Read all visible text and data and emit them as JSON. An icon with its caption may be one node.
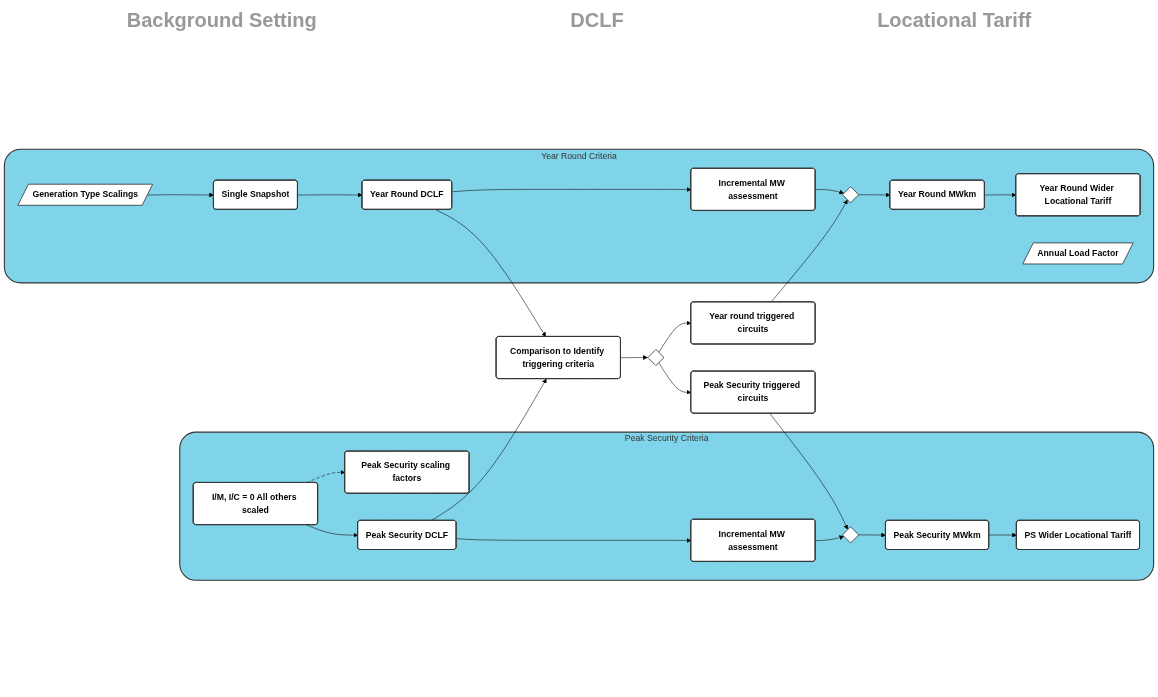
{
  "diagram": {
    "nodes": [
      {
        "text": [
          "Peak Security Criteria"
        ]
      },
      {
        "text": [
          "I/M, I/C = 0 All others scaled"
        ],
        "in": 0
      },
      {
        "text": [
          "Peak Security DCLF"
        ],
        "in": 0
      },
      {
        "text": [
          "Incremental MW assessment"
        ],
        "in": 0
      },
      {
        "text": [],
        "shape": "diamond",
        "in": 0
      },
      {
        "text": [
          "Peak Security MWkm"
        ],
        "in": 0
      },
      {
        "text": [
          "PS Wider Locational Tariff"
        ],
        "in": 0
      },
      {
        "text": [
          "Peak Security scaling factors"
        ],
        "in": 0
      },
      {
        "text": [
          "Comparison to Identify triggering criteria"
        ]
      },
      {
        "text": [],
        "shape": "diamond"
      },
      {
        "text": [
          "Peak Security triggered circuits"
        ]
      },
      {
        "text": [
          "Year round triggered circuits"
        ]
      },
      {
        "text": [
          "Year Round Criteria"
        ]
      },
      {
        "text": [
          "Single Snapshot"
        ],
        "in": 12
      },
      {
        "text": [
          "Year Round DCLF"
        ],
        "in": 12
      },
      {
        "text": [
          "Incremental MW assessment"
        ],
        "in": 12
      },
      {
        "text": [],
        "shape": "diamond",
        "in": 12
      },
      {
        "text": [
          "Year Round MWkm"
        ],
        "in": 12
      },
      {
        "text": [
          "Year Round Wider Locational Tariff"
        ],
        "in": 12
      },
      {
        "text": [
          "Generation Type Scalings"
        ],
        "in": 12
      },
      {
        "text": [
          "Annual Load Factor"
        ],
        "in": 12
      }
    ],
    "edges": [
      {
        "from": 1,
        "to": 2,
        "arrow": "to"
      },
      {
        "from": 2,
        "to": 3,
        "arrow": "to"
      },
      {
        "from": 3,
        "to": 4,
        "arrow": "to"
      },
      {
        "from": 4,
        "to": 5,
        "arrow": "to"
      },
      {
        "from": 5,
        "to": 6,
        "arrow": "to"
      },
      {
        "from": 1,
        "to": 7,
        "arrow": "to",
        "style": "dashed"
      },
      {
        "from": 2,
        "to": 8,
        "arrow": "to"
      },
      {
        "from": 8,
        "to": 9,
        "arrow": "to"
      },
      {
        "from": 9,
        "to": 10,
        "arrow": "to"
      },
      {
        "from": 9,
        "to": 11,
        "arrow": "to"
      },
      {
        "from": 10,
        "to": 4,
        "arrow": "to"
      },
      {
        "from": 14,
        "to": 8,
        "arrow": "to"
      },
      {
        "from": 13,
        "to": 14,
        "arrow": "to"
      },
      {
        "from": 14,
        "to": 15,
        "arrow": "to"
      },
      {
        "from": 15,
        "to": 16,
        "arrow": "to"
      },
      {
        "from": 16,
        "to": 17,
        "arrow": "to"
      },
      {
        "from": 17,
        "to": 18,
        "arrow": "to"
      },
      {
        "from": 11,
        "to": 16,
        "arrow": "to"
      },
      {
        "from": 19,
        "to": 13,
        "arrow": "to"
      }
    ],
    "labels": [
      "Background Setting",
      "DCLF",
      "Locational Tariff"
    ]
  }
}
